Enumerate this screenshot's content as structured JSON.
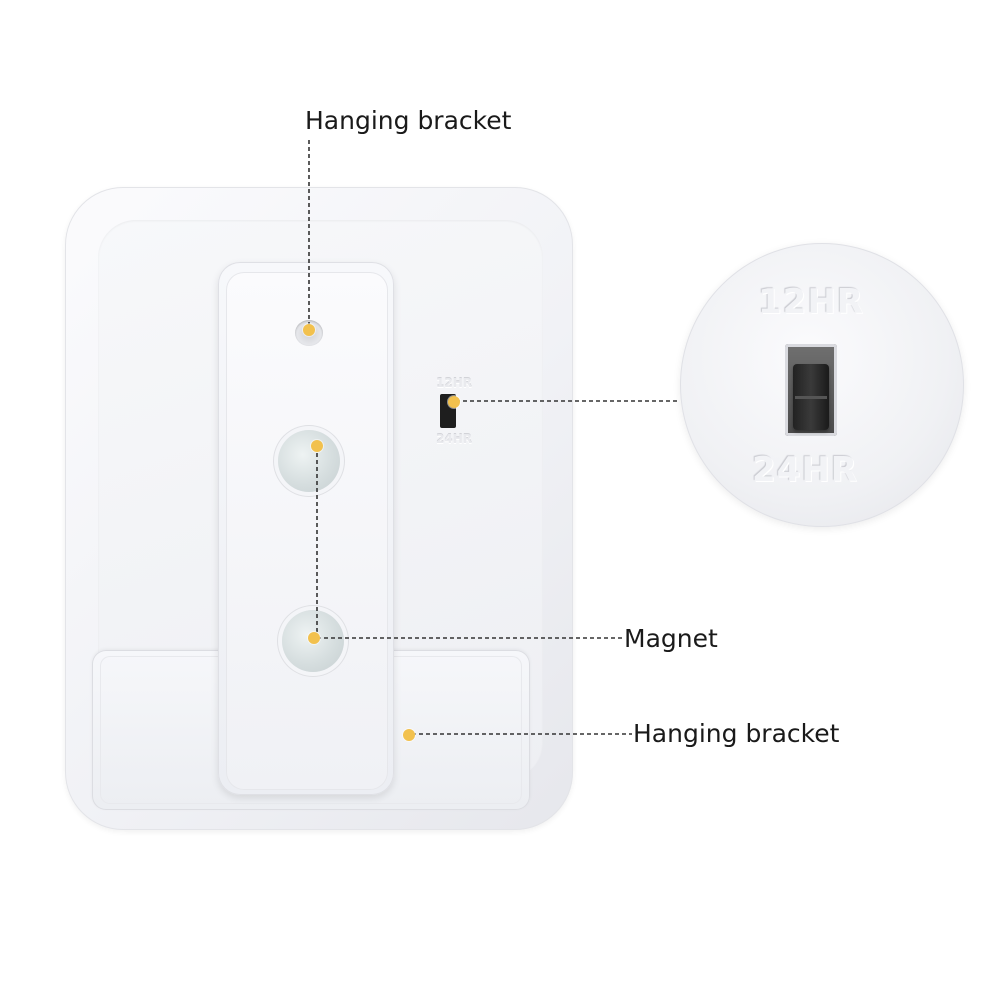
{
  "labels": {
    "hanging_bracket_top": "Hanging bracket",
    "magnet": "Magnet",
    "hanging_bracket_bottom": "Hanging bracket"
  },
  "switch": {
    "option_12": "12HR",
    "option_24": "24HR"
  },
  "colors": {
    "marker": "#f2c14e",
    "leader_line": "#333333",
    "device": "#f2f3f6"
  }
}
